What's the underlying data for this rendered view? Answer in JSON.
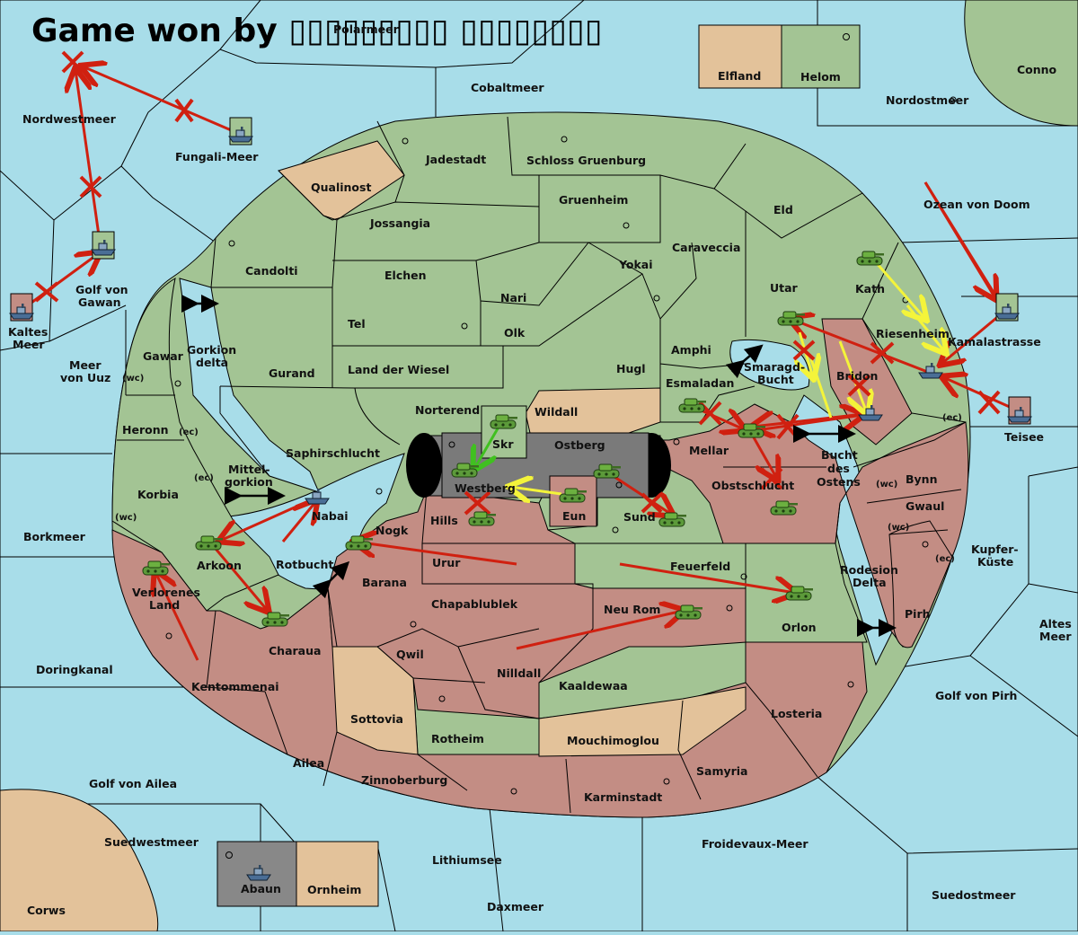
{
  "title": "Game won by ▯▯▯▯▯▯▯▯▯ ▯▯▯▯▯▯▯▯",
  "colors": {
    "sea": "#a8dde9",
    "power_green": "#a3c494",
    "power_red": "#c38d84",
    "neutral_tan": "#e3c29a",
    "move_red": "#d02010",
    "move_yellow": "#f4f43a",
    "move_green": "#40c020"
  },
  "legend": {
    "elfland": "Elfland",
    "helom": "Helom",
    "abaun": "Abaun",
    "ornheim": "Ornheim"
  },
  "seas": {
    "polarmeer": "Polarmeer",
    "cobaltmeer": "Cobaltmeer",
    "nordwestmeer": "Nordwestmeer",
    "fungali": "Fungali-Meer",
    "golf_gawan_1": "Golf von",
    "golf_gawan_2": "Gawan",
    "kaltes_1": "Kaltes",
    "kaltes_2": "Meer",
    "meer_uuz_1": "Meer",
    "meer_uuz_2": "von Uuz",
    "gorkion_1": "Gorkion",
    "gorkion_2": "delta",
    "mittel_1": "Mittel-",
    "mittel_2": "gorkion",
    "borkmeer": "Borkmeer",
    "doringkanal": "Doringkanal",
    "golf_ailea": "Golf von Ailea",
    "suedwestmeer": "Suedwestmeer",
    "corws": "Corws",
    "lithiumsee": "Lithiumsee",
    "daxmeer": "Daxmeer",
    "froidevaux": "Froidevaux-Meer",
    "suedostmeer": "Suedostmeer",
    "golf_pirh": "Golf von Pirh",
    "altes_1": "Altes",
    "altes_2": "Meer",
    "kupfer_1": "Kupfer-",
    "kupfer_2": "Küste",
    "teisee": "Teisee",
    "kamalastrasse": "Kamalastrasse",
    "ozean_doom": "Ozean von Doom",
    "nordostmeer": "Nordostmeer",
    "conno": "Conno",
    "bucht_ostens_1": "Bucht",
    "bucht_ostens_2": "des",
    "bucht_ostens_3": "Ostens",
    "rodesion_1": "Rodesion",
    "rodesion_2": "Delta",
    "smaragd_1": "Smaragd-",
    "smaragd_2": "Bucht",
    "rotbucht": "Rotbucht",
    "nabai": "Nabai"
  },
  "lands": {
    "jadestadt": "Jadestadt",
    "schloss": "Schloss Gruenburg",
    "qualinost": "Qualinost",
    "jossangia": "Jossangia",
    "gruenheim": "Gruenheim",
    "eld": "Eld",
    "candolti": "Candolti",
    "elchen": "Elchen",
    "caraveccia": "Caraveccia",
    "yokai": "Yokai",
    "nari": "Nari",
    "utar": "Utar",
    "kath": "Kath",
    "tel": "Tel",
    "olk": "Olk",
    "amphi": "Amphi",
    "riesenheim": "Riesenheim",
    "gurand": "Gurand",
    "land_wiesel": "Land der Wiesel",
    "hugl": "Hugl",
    "bridon": "Bridon",
    "gawar": "Gawar",
    "esmaladan": "Esmaladan",
    "norterend": "Norterend",
    "wildall": "Wildall",
    "skr": "Skr",
    "ostberg": "Ostberg",
    "heronn": "Heronn",
    "ec_heronn": "(ec)",
    "wc_gawar": "(wc)",
    "saphir": "Saphirschlucht",
    "mellar": "Mellar",
    "westberg": "Westberg",
    "eun": "Eun",
    "obstschlucht": "Obstschlucht",
    "korbia": "Korbia",
    "ec_korbia": "(ec)",
    "wc_korbia": "(wc)",
    "hills": "Hills",
    "sund": "Sund",
    "bynn": "Bynn",
    "wc_bynn": "(wc)",
    "gwaul": "Gwaul",
    "wc_gwaul": "(wc)",
    "ec_pirh": "(ec)",
    "ec_riesen": "(ec)",
    "arkoon": "Arkoon",
    "nogk": "Nogk",
    "urur": "Urur",
    "barana": "Barana",
    "feuerfeld": "Feuerfeld",
    "verlorenes_1": "Verlorenes",
    "verlorenes_2": "Land",
    "chapablublek": "Chapablublek",
    "neu_rom": "Neu Rom",
    "orlon": "Orlon",
    "pirh": "Pirh",
    "qwil": "Qwil",
    "nilldall": "Nilldall",
    "charaua": "Charaua",
    "kaaldewaa": "Kaaldewaa",
    "kentommenai": "Kentommenai",
    "sottovia": "Sottovia",
    "rotheim": "Rotheim",
    "mouchimoglou": "Mouchimoglou",
    "losteria": "Losteria",
    "ailea": "Ailea",
    "samyria": "Samyria",
    "zinnoberburg": "Zinnoberburg",
    "karminstadt": "Karminstadt"
  }
}
